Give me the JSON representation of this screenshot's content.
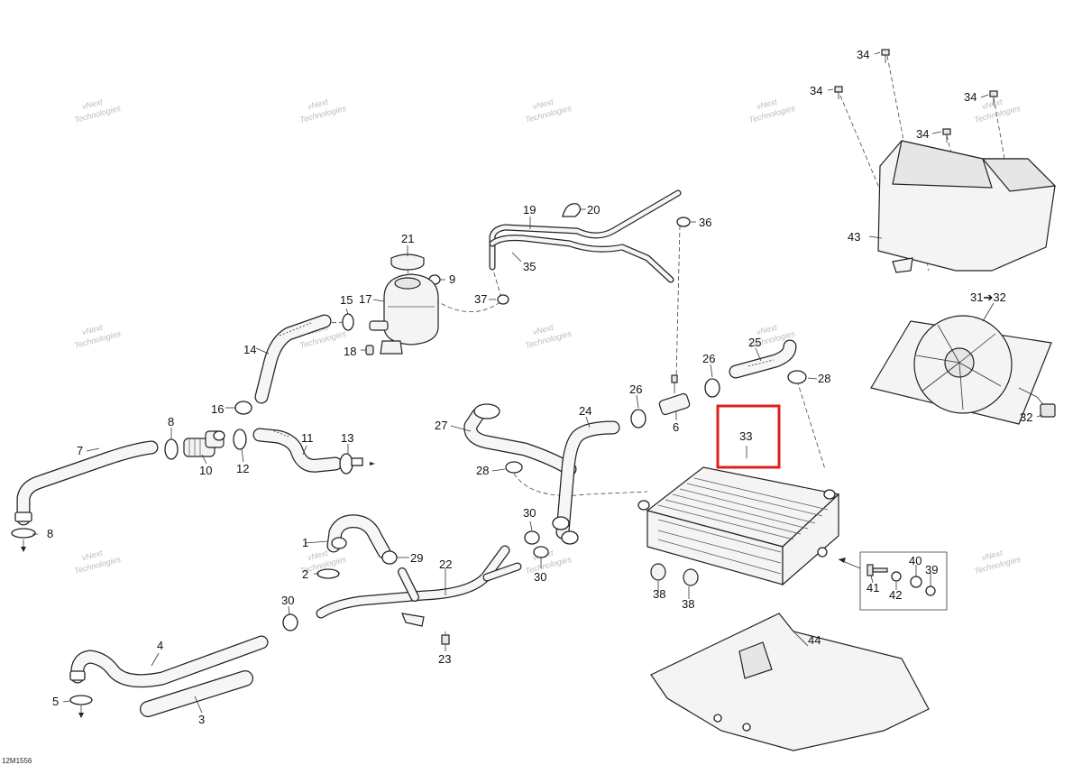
{
  "watermark": {
    "line1": "vNext",
    "line2": "Technologies"
  },
  "diagram_id": "12M1556",
  "highlight": {
    "label": "33",
    "color": "#e02020"
  },
  "callouts": [
    {
      "id": "1",
      "name": "hose-fitting"
    },
    {
      "id": "2",
      "name": "clamp"
    },
    {
      "id": "3",
      "name": "hose-sleeve"
    },
    {
      "id": "4",
      "name": "lower-hose"
    },
    {
      "id": "5",
      "name": "clamp"
    },
    {
      "id": "6",
      "name": "fitting"
    },
    {
      "id": "7",
      "name": "hose"
    },
    {
      "id": "8",
      "name": "clamp"
    },
    {
      "id": "9",
      "name": "clamp"
    },
    {
      "id": "10",
      "name": "fitting"
    },
    {
      "id": "11",
      "name": "hose"
    },
    {
      "id": "12",
      "name": "clamp"
    },
    {
      "id": "13",
      "name": "clamp"
    },
    {
      "id": "14",
      "name": "hose"
    },
    {
      "id": "15",
      "name": "clamp"
    },
    {
      "id": "16",
      "name": "clamp"
    },
    {
      "id": "17",
      "name": "coolant-reservoir"
    },
    {
      "id": "18",
      "name": "screw"
    },
    {
      "id": "19",
      "name": "vent-hose"
    },
    {
      "id": "20",
      "name": "clip"
    },
    {
      "id": "21",
      "name": "reservoir-cap"
    },
    {
      "id": "22",
      "name": "tube-assembly"
    },
    {
      "id": "23",
      "name": "screw"
    },
    {
      "id": "24",
      "name": "upper-hose"
    },
    {
      "id": "25",
      "name": "hose"
    },
    {
      "id": "26",
      "name": "clamp"
    },
    {
      "id": "27",
      "name": "hose"
    },
    {
      "id": "28",
      "name": "clamp"
    },
    {
      "id": "29",
      "name": "clamp"
    },
    {
      "id": "30",
      "name": "clamp"
    },
    {
      "id": "31➔32",
      "name": "fan-assembly"
    },
    {
      "id": "32",
      "name": "connector"
    },
    {
      "id": "33",
      "name": "radiator"
    },
    {
      "id": "34",
      "name": "screw"
    },
    {
      "id": "35",
      "name": "vent-hose"
    },
    {
      "id": "36",
      "name": "clamp"
    },
    {
      "id": "37",
      "name": "clamp"
    },
    {
      "id": "38",
      "name": "grommet"
    },
    {
      "id": "39",
      "name": "nut"
    },
    {
      "id": "40",
      "name": "washer"
    },
    {
      "id": "41",
      "name": "screw"
    },
    {
      "id": "42",
      "name": "washer"
    },
    {
      "id": "43",
      "name": "cover"
    },
    {
      "id": "44",
      "name": "skid-plate"
    }
  ]
}
